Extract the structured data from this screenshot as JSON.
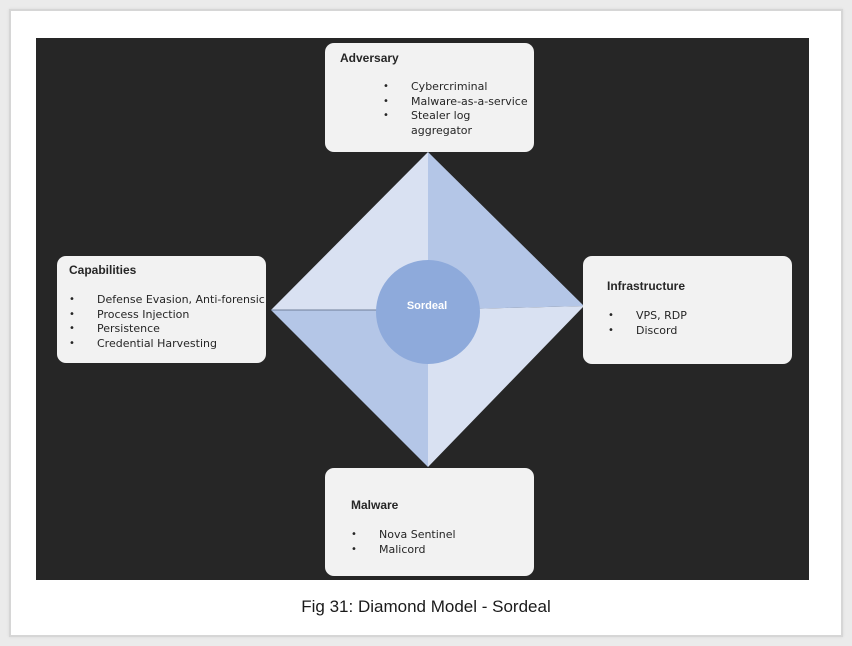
{
  "diagram": {
    "center": "Sordeal",
    "caption": "Fig 31: Diamond Model - Sordeal"
  },
  "adversary": {
    "title": "Adversary",
    "items": [
      "Cybercriminal",
      "Malware-as-a-service",
      "Stealer log aggregator"
    ]
  },
  "capabilities": {
    "title": "Capabilities",
    "items": [
      "Defense Evasion, Anti-forensic",
      "Process Injection",
      "Persistence",
      "Credential Harvesting"
    ]
  },
  "infrastructure": {
    "title": "Infrastructure",
    "items": [
      "VPS, RDP",
      "Discord"
    ]
  },
  "malware": {
    "title": "Malware",
    "items": [
      "Nova Sentinel",
      "Malicord"
    ]
  },
  "colors": {
    "background_panel": "#262626",
    "box_fill": "#f2f2f2",
    "diamond_light": "#d9e1f2",
    "diamond_medium": "#b4c6e7",
    "circle": "#8eaadb"
  }
}
